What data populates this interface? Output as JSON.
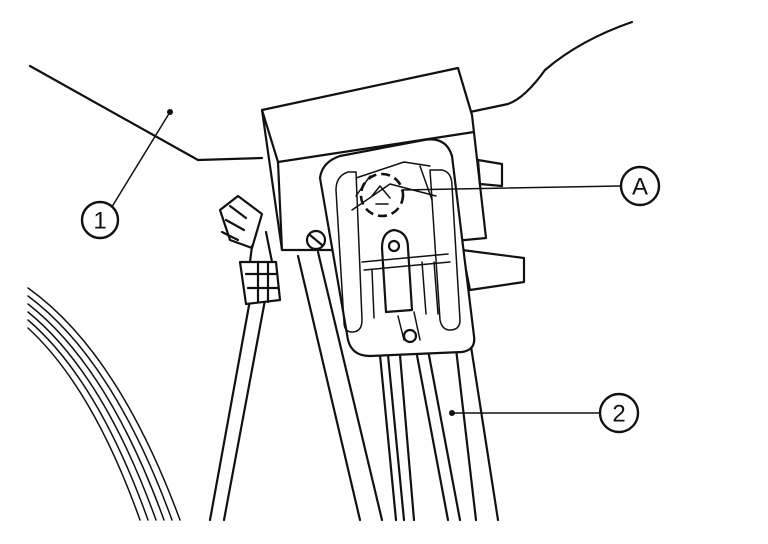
{
  "callouts": [
    {
      "id": "1",
      "label": "1"
    },
    {
      "id": "2",
      "label": "2"
    },
    {
      "id": "A",
      "label": "A"
    }
  ],
  "colors": {
    "line": "#111111",
    "background": "#ffffff"
  }
}
